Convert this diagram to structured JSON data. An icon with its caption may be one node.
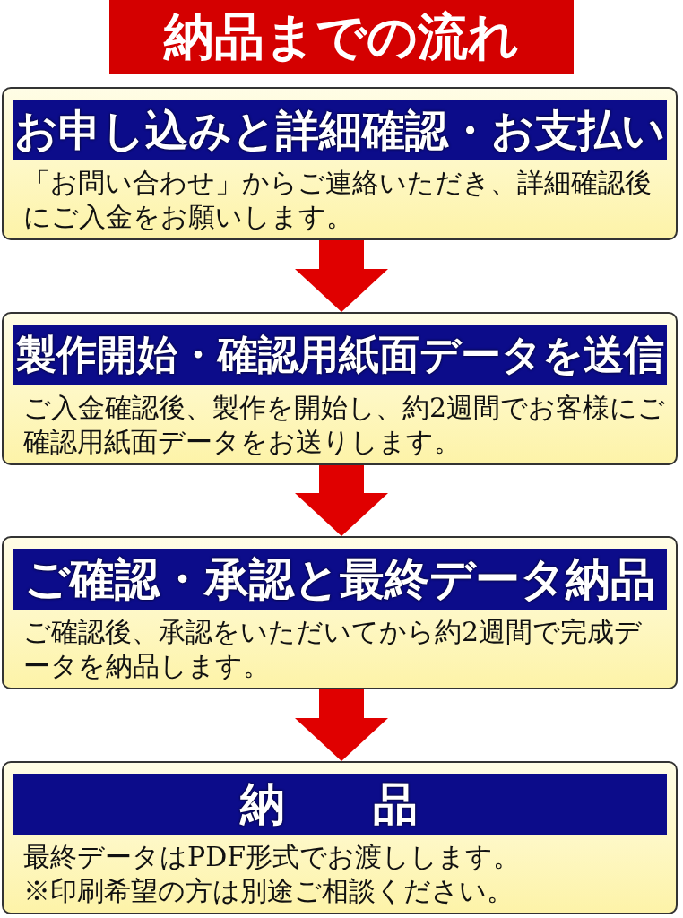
{
  "diagram": {
    "title": "納品までの流れ",
    "nodes": [
      {
        "text": [
          "お申し込みと詳細確認・お支払い",
          "「お問い合わせ」からご連絡いただき、詳細確認後にご入金をお願いします。"
        ]
      },
      {
        "text": [
          "製作開始・確認用紙面データを送信",
          "ご入金確認後、製作を開始し、約2週間でお客様にご確認用紙面データをお送りします。"
        ]
      },
      {
        "text": [
          "ご確認・承認と最終データ納品",
          "ご確認後、承認をいただいてから約2週間で完成データを納品します。"
        ]
      },
      {
        "text": [
          "納　品",
          "最終データはPDF形式でお渡しします。",
          "※印刷希望の方は別途ご相談ください。"
        ]
      }
    ],
    "edges": [
      {
        "from": 0,
        "to": 1,
        "arrow": "to"
      },
      {
        "from": 1,
        "to": 2,
        "arrow": "to"
      },
      {
        "from": 2,
        "to": 3,
        "arrow": "to"
      }
    ]
  }
}
